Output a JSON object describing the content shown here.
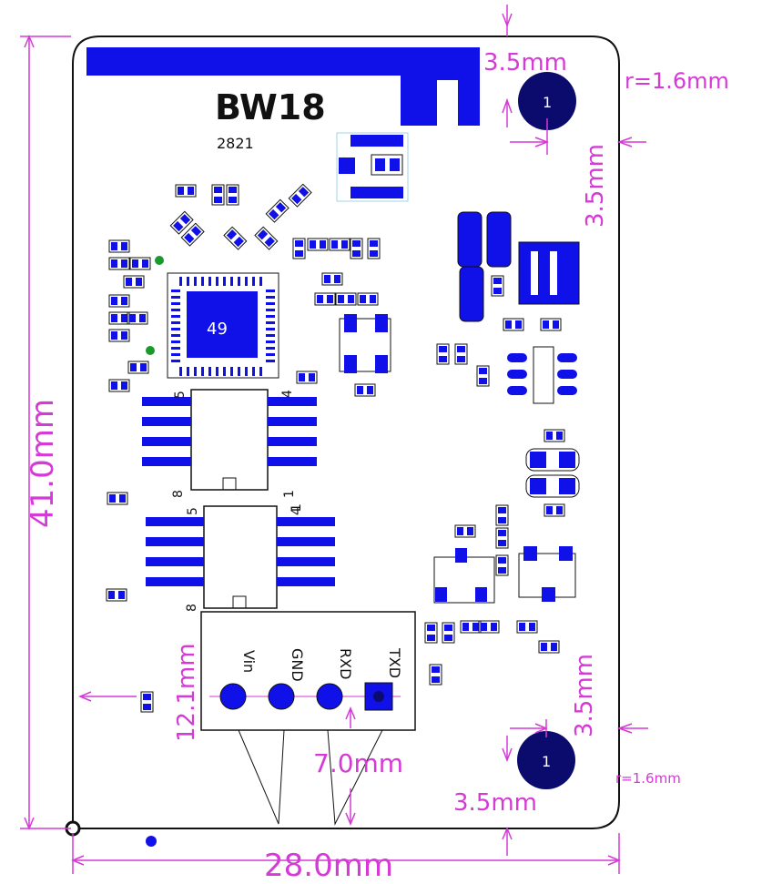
{
  "board": {
    "name": "BW18",
    "code": "2821",
    "chip_label": "49"
  },
  "dimensions": {
    "height": "41.0mm",
    "width": "28.0mm",
    "hole_offset_top": "3.5mm",
    "hole_offset_right_top": "3.5mm",
    "hole_offset_right_bottom": "3.5mm",
    "hole_offset_bottom": "3.5mm",
    "corner_radius_top": "r=1.6mm",
    "corner_radius_bottom": "r=1.6mm",
    "header_height": "12.1mm",
    "pin_pitch": "7.0mm"
  },
  "holes": {
    "top": "1",
    "bottom": "1"
  },
  "pins": [
    "Vin",
    "GND",
    "RXD",
    "TXD"
  ],
  "ic_pins": {
    "upper_left_top": "5",
    "upper_right_top": "4",
    "upper_left_bottom": "8",
    "upper_right_bottom": "1",
    "lower_left_top": "5",
    "lower_right_top": "4",
    "lower_left_bottom": "8",
    "lower_right_bottom": "1"
  },
  "colors": {
    "outline": "#111111",
    "pad": "#1010e8",
    "hole": "#0b0b6e",
    "dimension": "#d63ad6",
    "green_dot": "#1a9a2a"
  }
}
